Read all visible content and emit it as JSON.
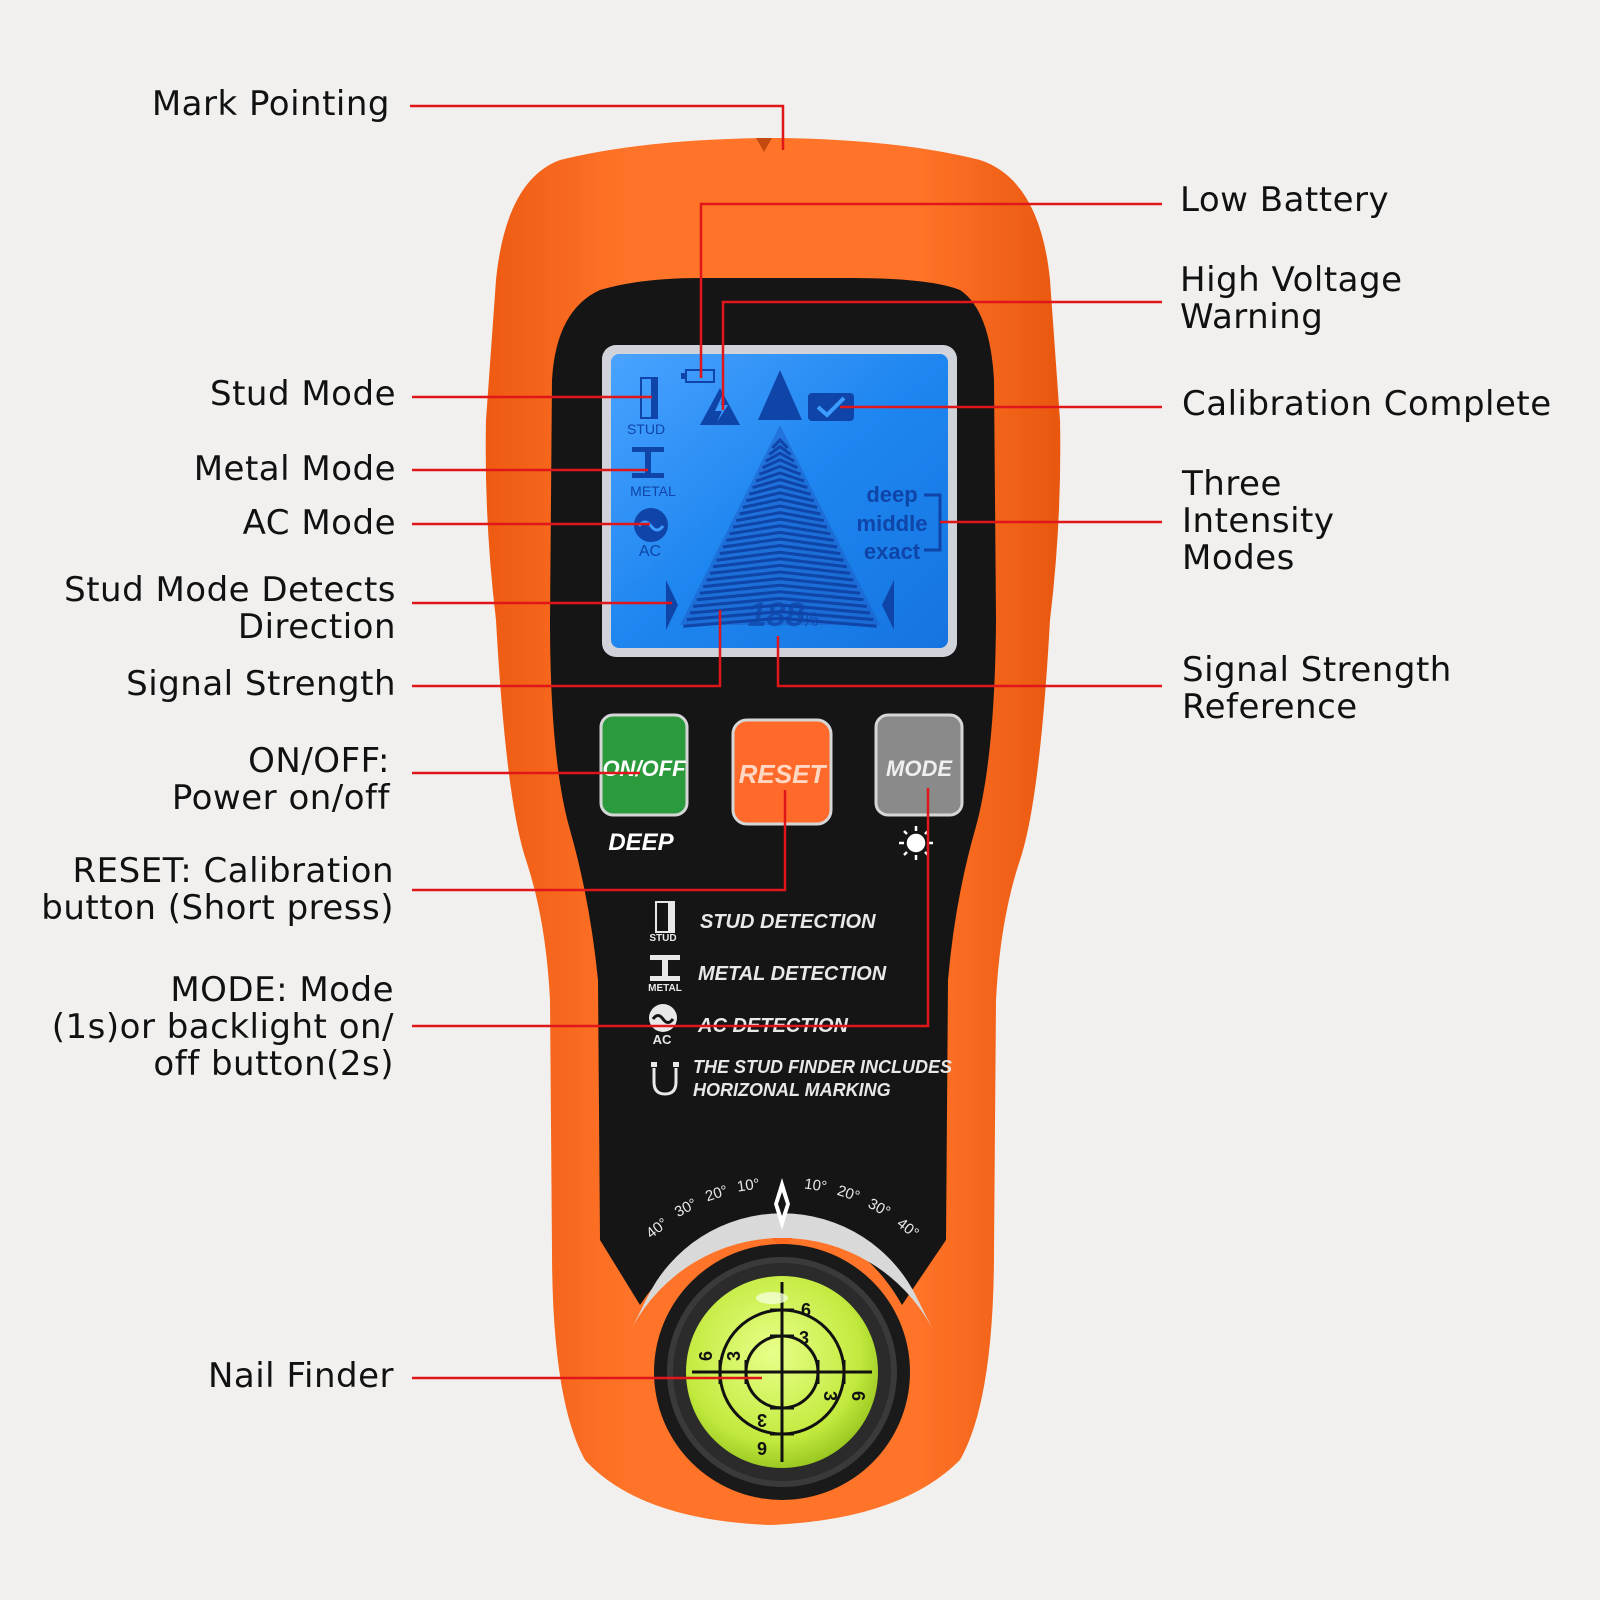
{
  "colors": {
    "background": "#f1f0ee",
    "leader_line": "#e0161b",
    "housing": "#ff6a1f",
    "faceplate": "#141414",
    "lcd": "#2a8df2",
    "lcd_glyph": "#0d3f9a",
    "btn_power": "#2a9a3c",
    "btn_reset": "#ff6a2a",
    "btn_mode": "#8a8a8a",
    "bubble_vial": "#c9ef4a"
  },
  "callouts": {
    "mark_pointing": "Mark Pointing",
    "stud_mode": "Stud Mode",
    "metal_mode": "Metal Mode",
    "ac_mode": "AC Mode",
    "stud_direction": "Stud Mode Detects\nDirection",
    "signal_strength": "Signal Strength",
    "on_off": "ON/OFF:\nPower on/off",
    "reset": "RESET: Calibration\nbutton (Short press)",
    "mode": "MODE: Mode\n(1s)or backlight on/\noff button(2s)",
    "nail_finder": "Nail Finder",
    "low_battery": "Low Battery",
    "high_voltage": "High Voltage\nWarning",
    "calibration": "Calibration Complete",
    "intensity": "Three\nIntensity\nModes",
    "signal_reference": "Signal Strength\nReference"
  },
  "lcd": {
    "stud": "STUD",
    "metal": "METAL",
    "ac": "AC",
    "deep": "deep",
    "middle": "middle",
    "exact": "exact",
    "readout": "188",
    "percent": "%"
  },
  "buttons": {
    "power": "ON/OFF",
    "reset": "RESET",
    "mode": "MODE",
    "deep": "DEEP"
  },
  "legend": {
    "stud_icon": "STUD",
    "stud": "STUD DETECTION",
    "metal_icon": "METAL",
    "metal": "METAL DETECTION",
    "ac_icon": "AC",
    "ac": "AC DETECTION",
    "marking_1": "THE STUD FINDER INCLUDES",
    "marking_2": "HORIZONAL MARKING"
  },
  "protractor": {
    "left": [
      "40°",
      "30°",
      "20°",
      "10°"
    ],
    "right": [
      "10°",
      "20°",
      "30°",
      "40°"
    ]
  },
  "level": {
    "top": "6",
    "upper": "3",
    "left_outer": "6",
    "left_inner": "3",
    "right_inner": "3",
    "right_outer": "6",
    "lower": "3",
    "bottom": "6"
  }
}
